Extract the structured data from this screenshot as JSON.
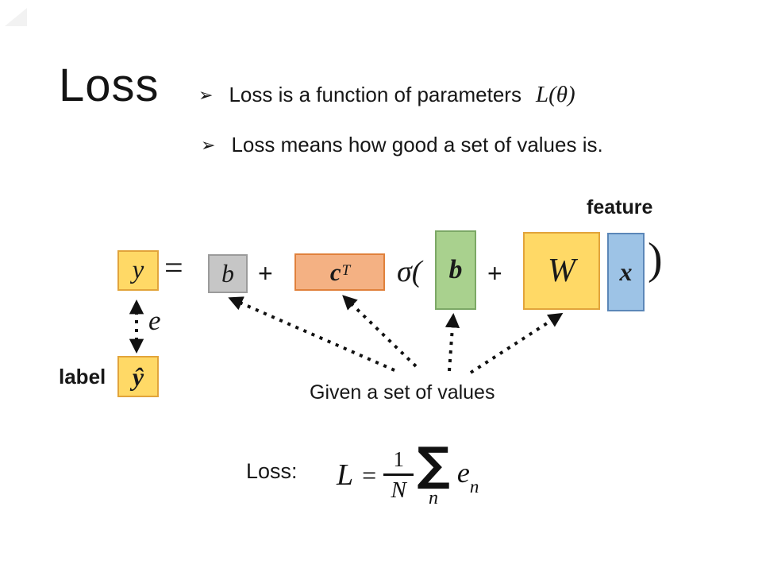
{
  "title": "Loss",
  "bullets": [
    {
      "marker": "➢",
      "text": "Loss is a function of parameters",
      "math": "L(θ)"
    },
    {
      "marker": "➢",
      "text": "Loss means how good a set of values is."
    }
  ],
  "equation": {
    "y": "y",
    "equals": "=",
    "b1": "b",
    "plus1": "+",
    "cT_base": "c",
    "cT_sup": "T",
    "sigma_open": "σ(",
    "b2": "b",
    "plus2": "+",
    "W": "W",
    "x": "x",
    "close_paren": ")"
  },
  "annotations": {
    "feature": "feature",
    "label": "label",
    "yhat": "ŷ",
    "error": "e",
    "given": "Given a set of values"
  },
  "loss_formula": {
    "prefix": "Loss:",
    "L": "L",
    "equals": "=",
    "numerator": "1",
    "denominator": "N",
    "sum": "∑",
    "sum_index": "n",
    "term": "e",
    "term_sub": "n"
  },
  "colors": {
    "yellow_fill": "#FFD966",
    "yellow_border": "#E2A43B",
    "gray_fill": "#C6C6C6",
    "gray_border": "#9B9B9B",
    "orange_fill": "#F4B183",
    "orange_border": "#E0813C",
    "green_fill": "#A9D18E",
    "green_border": "#7CA866",
    "blue_fill": "#9DC3E6",
    "blue_border": "#5B87B8",
    "arrow": "#111111",
    "text": "#161616"
  }
}
